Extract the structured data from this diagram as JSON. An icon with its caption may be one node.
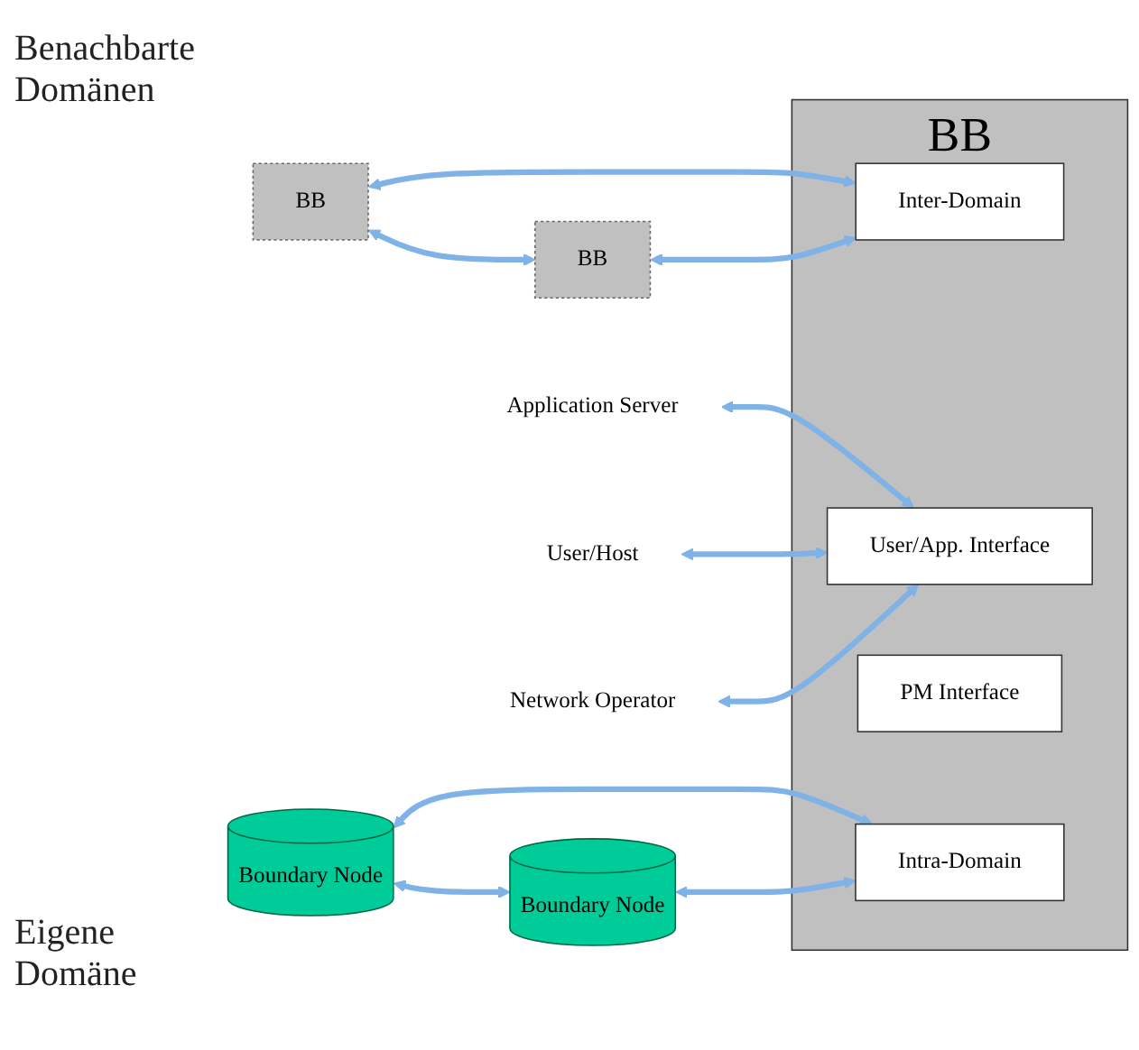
{
  "diagram": {
    "nodes": [
      {
        "text": [
          "BB"
        ]
      },
      {
        "text": [
          "BB"
        ]
      },
      {
        "text": [
          "BB"
        ]
      },
      {
        "text": [
          "Inter-Domain"
        ],
        "in": 2
      },
      {
        "text": [
          "User/App. Interface"
        ],
        "in": 2
      },
      {
        "text": [
          "PM Interface"
        ],
        "in": 2
      },
      {
        "text": [
          "Intra-Domain"
        ],
        "in": 2
      },
      {
        "text": [
          "Application Server"
        ]
      },
      {
        "text": [
          "User/Host"
        ]
      },
      {
        "text": [
          "Network Operator"
        ]
      },
      {
        "text": [
          "Boundary Node"
        ]
      },
      {
        "text": [
          "Boundary Node"
        ]
      }
    ],
    "edges": [
      {
        "from": 0,
        "to": 1,
        "arrow": "both"
      },
      {
        "from": 0,
        "to": 3,
        "arrow": "both"
      },
      {
        "from": 1,
        "to": 3,
        "arrow": "both"
      },
      {
        "from": 7,
        "to": 4,
        "arrow": "both"
      },
      {
        "from": 8,
        "to": 4,
        "arrow": "both"
      },
      {
        "from": 9,
        "to": 4,
        "arrow": "both"
      },
      {
        "from": 10,
        "to": 11,
        "arrow": "both"
      },
      {
        "from": 10,
        "to": 6,
        "arrow": "both"
      },
      {
        "from": 11,
        "to": 6,
        "arrow": "both"
      }
    ],
    "labels": [
      "Benachbarte Domänen",
      "Eigene Domäne"
    ]
  }
}
